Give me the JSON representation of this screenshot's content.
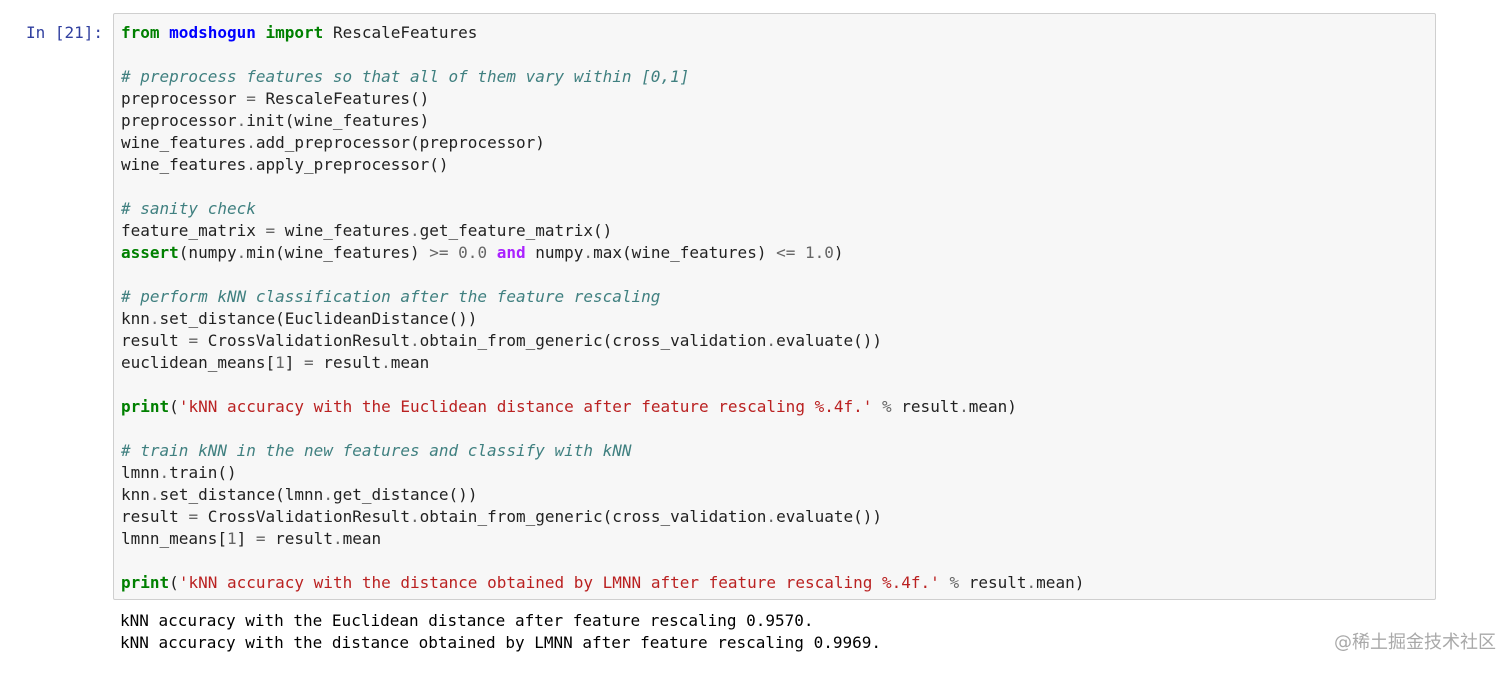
{
  "cell": {
    "prompt": "In [21]:",
    "code_lines": [
      [
        {
          "t": "from",
          "c": "kw"
        },
        {
          "t": " "
        },
        {
          "t": "modshogun",
          "c": "nsname"
        },
        {
          "t": " "
        },
        {
          "t": "import",
          "c": "kw"
        },
        {
          "t": " RescaleFeatures"
        }
      ],
      [],
      [
        {
          "t": "# preprocess features so that all of them vary within [0,1]",
          "c": "comment"
        }
      ],
      [
        {
          "t": "preprocessor "
        },
        {
          "t": "=",
          "c": "op"
        },
        {
          "t": " RescaleFeatures()"
        }
      ],
      [
        {
          "t": "preprocessor"
        },
        {
          "t": ".",
          "c": "op"
        },
        {
          "t": "init(wine_features)"
        }
      ],
      [
        {
          "t": "wine_features"
        },
        {
          "t": ".",
          "c": "op"
        },
        {
          "t": "add_preprocessor(preprocessor)"
        }
      ],
      [
        {
          "t": "wine_features"
        },
        {
          "t": ".",
          "c": "op"
        },
        {
          "t": "apply_preprocessor()"
        }
      ],
      [],
      [
        {
          "t": "# sanity check",
          "c": "comment"
        }
      ],
      [
        {
          "t": "feature_matrix "
        },
        {
          "t": "=",
          "c": "op"
        },
        {
          "t": " wine_features"
        },
        {
          "t": ".",
          "c": "op"
        },
        {
          "t": "get_feature_matrix()"
        }
      ],
      [
        {
          "t": "assert",
          "c": "kw"
        },
        {
          "t": "(numpy"
        },
        {
          "t": ".",
          "c": "op"
        },
        {
          "t": "min(wine_features) "
        },
        {
          "t": ">=",
          "c": "op"
        },
        {
          "t": " "
        },
        {
          "t": "0.0",
          "c": "num"
        },
        {
          "t": " "
        },
        {
          "t": "and",
          "c": "opword"
        },
        {
          "t": " numpy"
        },
        {
          "t": ".",
          "c": "op"
        },
        {
          "t": "max(wine_features) "
        },
        {
          "t": "<=",
          "c": "op"
        },
        {
          "t": " "
        },
        {
          "t": "1.0",
          "c": "num"
        },
        {
          "t": ")"
        }
      ],
      [],
      [
        {
          "t": "# perform kNN classification after the feature rescaling",
          "c": "comment"
        }
      ],
      [
        {
          "t": "knn"
        },
        {
          "t": ".",
          "c": "op"
        },
        {
          "t": "set_distance(EuclideanDistance())"
        }
      ],
      [
        {
          "t": "result "
        },
        {
          "t": "=",
          "c": "op"
        },
        {
          "t": " CrossValidationResult"
        },
        {
          "t": ".",
          "c": "op"
        },
        {
          "t": "obtain_from_generic(cross_validation"
        },
        {
          "t": ".",
          "c": "op"
        },
        {
          "t": "evaluate())"
        }
      ],
      [
        {
          "t": "euclidean_means["
        },
        {
          "t": "1",
          "c": "num"
        },
        {
          "t": "] "
        },
        {
          "t": "=",
          "c": "op"
        },
        {
          "t": " result"
        },
        {
          "t": ".",
          "c": "op"
        },
        {
          "t": "mean"
        }
      ],
      [],
      [
        {
          "t": "print",
          "c": "kw"
        },
        {
          "t": "("
        },
        {
          "t": "'kNN accuracy with the Euclidean distance after feature rescaling %.4f.'",
          "c": "str"
        },
        {
          "t": " "
        },
        {
          "t": "%",
          "c": "op"
        },
        {
          "t": " result"
        },
        {
          "t": ".",
          "c": "op"
        },
        {
          "t": "mean)"
        }
      ],
      [],
      [
        {
          "t": "# train kNN in the new features and classify with kNN",
          "c": "comment"
        }
      ],
      [
        {
          "t": "lmnn"
        },
        {
          "t": ".",
          "c": "op"
        },
        {
          "t": "train()"
        }
      ],
      [
        {
          "t": "knn"
        },
        {
          "t": ".",
          "c": "op"
        },
        {
          "t": "set_distance(lmnn"
        },
        {
          "t": ".",
          "c": "op"
        },
        {
          "t": "get_distance())"
        }
      ],
      [
        {
          "t": "result "
        },
        {
          "t": "=",
          "c": "op"
        },
        {
          "t": " CrossValidationResult"
        },
        {
          "t": ".",
          "c": "op"
        },
        {
          "t": "obtain_from_generic(cross_validation"
        },
        {
          "t": ".",
          "c": "op"
        },
        {
          "t": "evaluate())"
        }
      ],
      [
        {
          "t": "lmnn_means["
        },
        {
          "t": "1",
          "c": "num"
        },
        {
          "t": "] "
        },
        {
          "t": "=",
          "c": "op"
        },
        {
          "t": " result"
        },
        {
          "t": ".",
          "c": "op"
        },
        {
          "t": "mean"
        }
      ],
      [],
      [
        {
          "t": "print",
          "c": "kw"
        },
        {
          "t": "("
        },
        {
          "t": "'kNN accuracy with the distance obtained by LMNN after feature rescaling %.4f.'",
          "c": "str"
        },
        {
          "t": " "
        },
        {
          "t": "%",
          "c": "op"
        },
        {
          "t": " result"
        },
        {
          "t": ".",
          "c": "op"
        },
        {
          "t": "mean)"
        }
      ]
    ],
    "output_lines": [
      "kNN accuracy with the Euclidean distance after feature rescaling 0.9570.",
      "kNN accuracy with the distance obtained by LMNN after feature rescaling 0.9969."
    ]
  },
  "watermark": "@稀土掘金技术社区",
  "colors": {
    "keyword": "#008000",
    "module": "#0000ff",
    "comment": "#408080",
    "string": "#ba2121",
    "number": "#666666",
    "operator_word": "#aa22ff",
    "prompt": "#303f9f",
    "cell_background": "#f7f7f7",
    "cell_border": "#cfcfcf"
  }
}
